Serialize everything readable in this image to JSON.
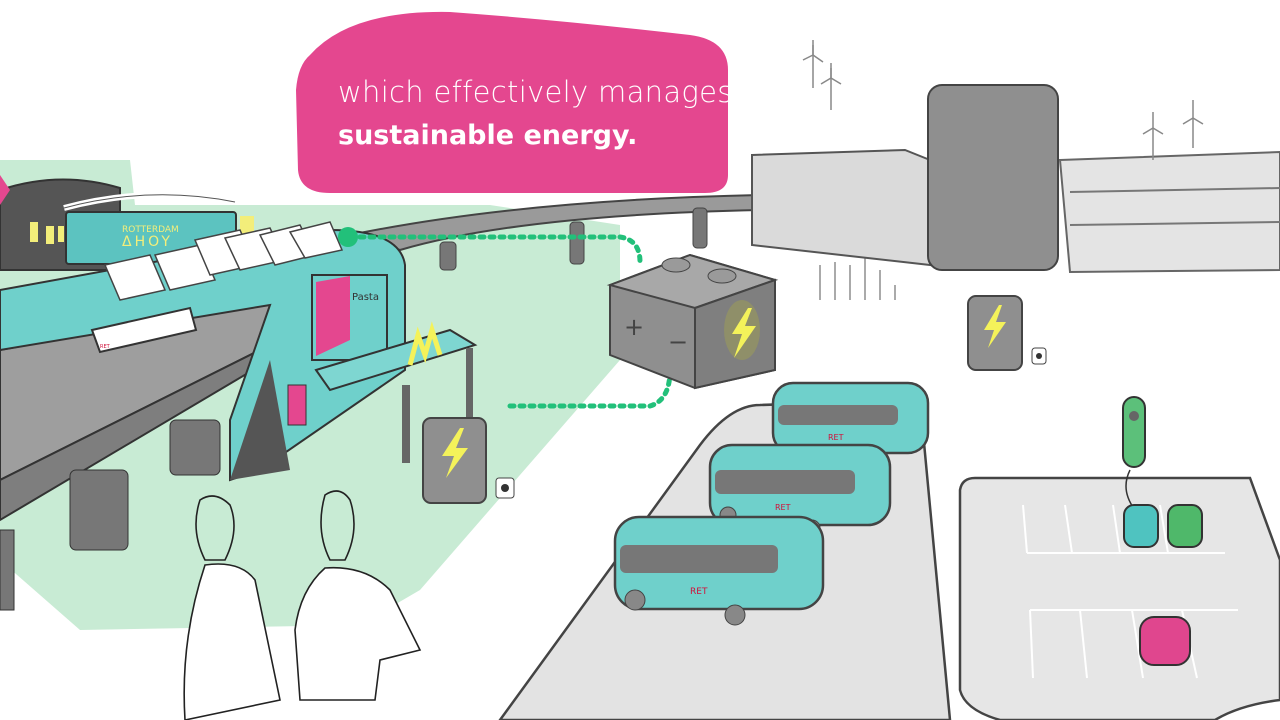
{
  "caption": {
    "line1": "which effectively manages",
    "line2": "sustainable energy.",
    "bubble_color": "#E4478F"
  },
  "scene": {
    "venue_sign": {
      "line1": "ROTTERDAM",
      "line2": "AHOY"
    },
    "poster_text": "Pasta",
    "battery": {
      "plus": "+",
      "minus": "−"
    },
    "bus_logo": "RET",
    "bus_count": 3,
    "colors": {
      "teal": "#6FD0CB",
      "mint_zone": "#C3E8D0",
      "grey_dark": "#8F8F8F",
      "grey_light": "#DADADA",
      "bolt_yellow": "#F4F25A",
      "energy_line": "#22C07A",
      "car_teal": "#4FC3C0",
      "car_green": "#4FB86A",
      "car_pink": "#E0468E",
      "charger_green": "#5CC07A"
    }
  }
}
